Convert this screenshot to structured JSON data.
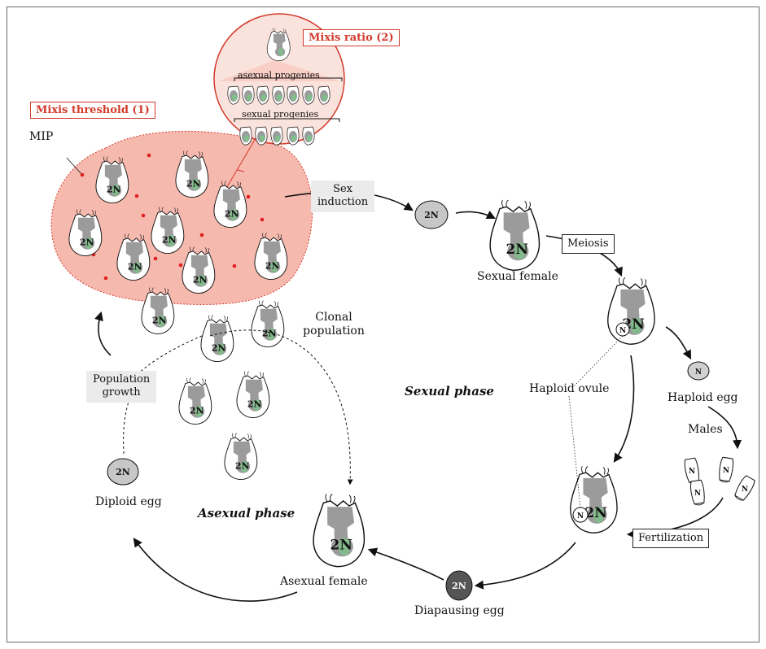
{
  "labels": {
    "mixis_threshold": "Mixis threshold (1)",
    "mixis_ratio": "Mixis ratio (2)",
    "asexual_progenies": "asexual progenies",
    "sexual_progenies": "sexual progenies",
    "mip": "MIP",
    "sex_induction_line1": "Sex",
    "sex_induction_line2": "induction",
    "sexual_female": "Sexual female",
    "meiosis": "Meiosis",
    "clonal_line1": "Clonal",
    "clonal_line2": "population",
    "population_growth_line1": "Population",
    "population_growth_line2": "growth",
    "sexual_phase": "Sexual phase",
    "haploid_ovule": "Haploid ovule",
    "haploid_egg": "Haploid egg",
    "males": "Males",
    "diploid_egg": "Diploid egg",
    "asexual_phase": "Asexual phase",
    "asexual_female": "Asexual female",
    "fertilization": "Fertilization",
    "diapausing_egg": "Diapausing egg"
  },
  "ploidy": {
    "diploid": "2N",
    "haploid": "N"
  },
  "colors": {
    "red_accent": "#d23a2a",
    "blob_fill": "#f6b9ae",
    "gray_body": "#9b9b9b",
    "green_gut": "#7fbf8a"
  }
}
